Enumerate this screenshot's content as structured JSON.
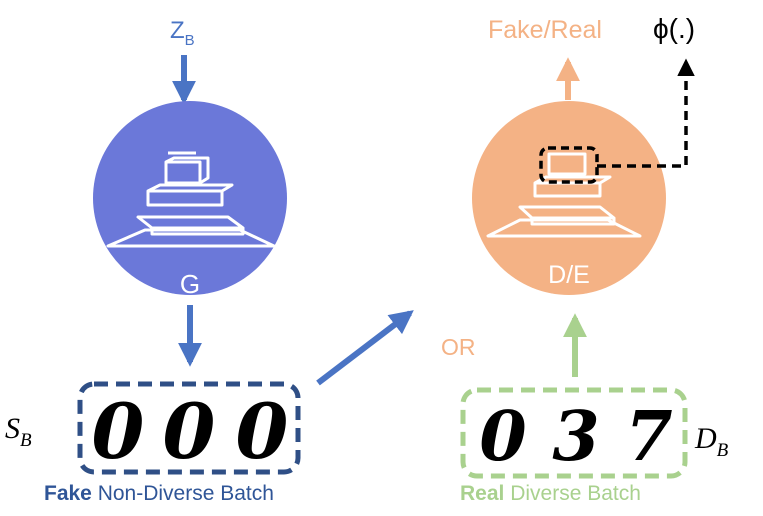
{
  "generator": {
    "input_label": "Z",
    "input_subscript": "B",
    "node_label": "G"
  },
  "discriminator": {
    "output_label": "Fake/Real",
    "feature_label": "ϕ(.)",
    "node_label": "D/E"
  },
  "or_label": "OR",
  "fake_batch": {
    "symbol": "S",
    "symbol_subscript": "B",
    "digits": [
      "0",
      "0",
      "0"
    ],
    "caption_bold": "Fake",
    "caption_rest": " Non-Diverse Batch"
  },
  "real_batch": {
    "symbol": "D",
    "symbol_subscript": "B",
    "digits": [
      "0",
      "3",
      "7"
    ],
    "caption_bold": "Real",
    "caption_rest": " Diverse Batch"
  },
  "colors": {
    "generator_fill": "#6b78d9",
    "arrow_blue": "#4a74c4",
    "discriminator_fill": "#f4b285",
    "fake_border": "#2f4f86",
    "real_border": "#a9d18e",
    "real_caption": "#a9d18e",
    "fake_caption": "#2f5597",
    "orange_text": "#f4b285",
    "black": "#000000"
  }
}
